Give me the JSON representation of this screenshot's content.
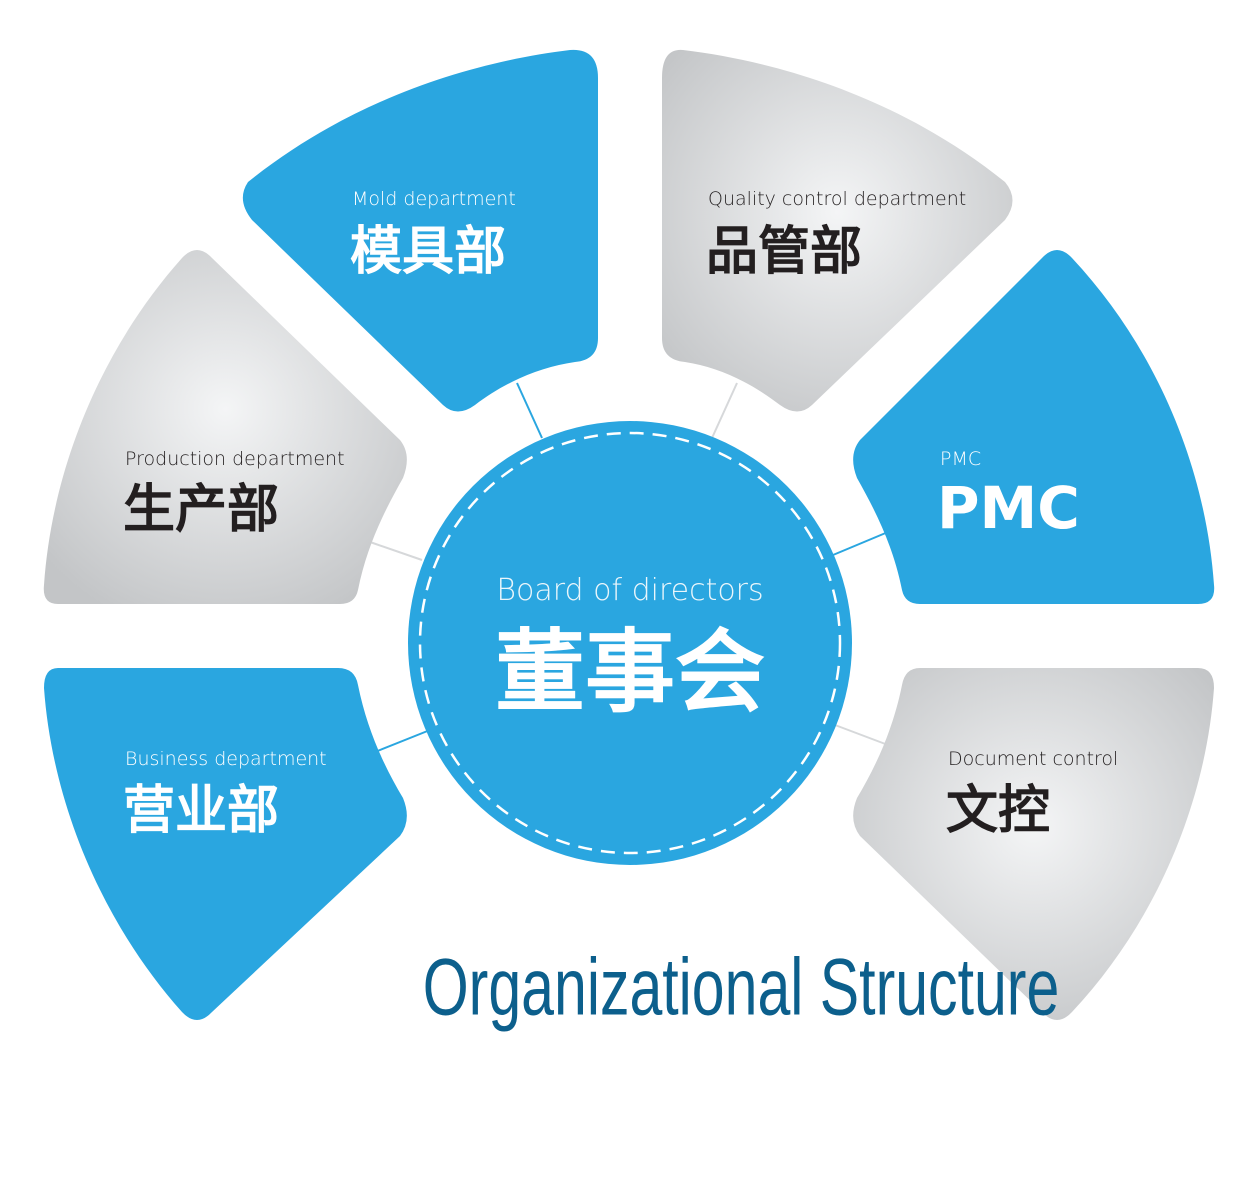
{
  "title": "Organizational Structure",
  "center": {
    "en": "Board of directors",
    "zh": "董事会"
  },
  "departments": [
    {
      "en": "Mold department",
      "zh": "模具部"
    },
    {
      "en": "Quality control department",
      "zh": "品管部"
    },
    {
      "en": "Production department",
      "zh": "生产部"
    },
    {
      "en": "PMC",
      "zh": "PMC"
    },
    {
      "en": "Business department",
      "zh": "营业部"
    },
    {
      "en": "Document control",
      "zh": "文控"
    }
  ],
  "colors": {
    "blue": "#2aa6e0",
    "gray_light": "#f3f4f5",
    "gray_dark": "#c5c7c9",
    "title": "#0c5f8c",
    "text_dark": "#231f20",
    "text_light": "#ffffff",
    "connector_blue": "#2aa6e0",
    "connector_gray": "#d6d8da"
  }
}
